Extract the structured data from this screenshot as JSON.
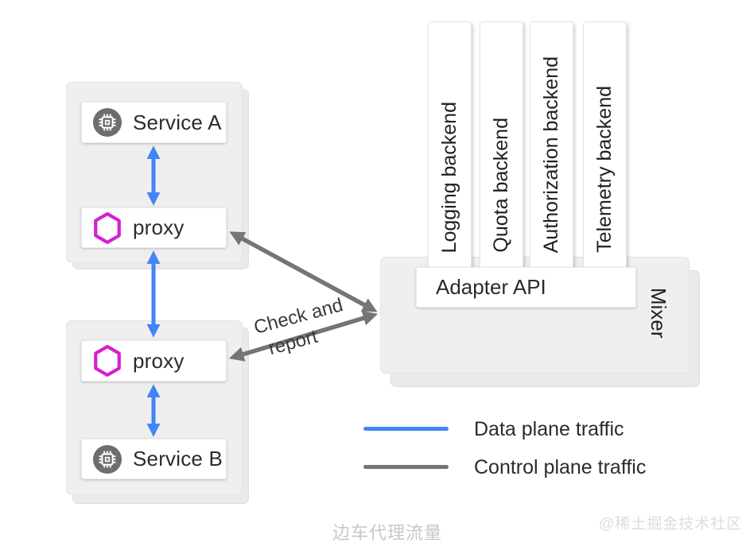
{
  "colors": {
    "data_plane": "#4285f4",
    "control_plane": "#757575",
    "hexagon": "#d41fd4",
    "service_icon_bg": "#6e6e6e",
    "caption_gray": "#c7c7c7",
    "watermark_gray": "#dcdcdc"
  },
  "nodes": {
    "service_a": "Service A",
    "proxy_a": "proxy",
    "proxy_b": "proxy",
    "service_b": "Service B"
  },
  "mixer": {
    "label": "Mixer",
    "adapter_api": "Adapter API"
  },
  "backends": [
    {
      "label": "Logging backend"
    },
    {
      "label": "Quota backend"
    },
    {
      "label": "Authorization backend"
    },
    {
      "label": "Telemetry backend"
    }
  ],
  "annotations": {
    "check_report_line1": "Check and",
    "check_report_line2": "report"
  },
  "legend": {
    "items": [
      {
        "label": "Data plane traffic",
        "color": "#4285f4"
      },
      {
        "label": "Control plane traffic",
        "color": "#757575"
      }
    ]
  },
  "caption": "边车代理流量",
  "watermark": "@稀土掘金技术社区"
}
